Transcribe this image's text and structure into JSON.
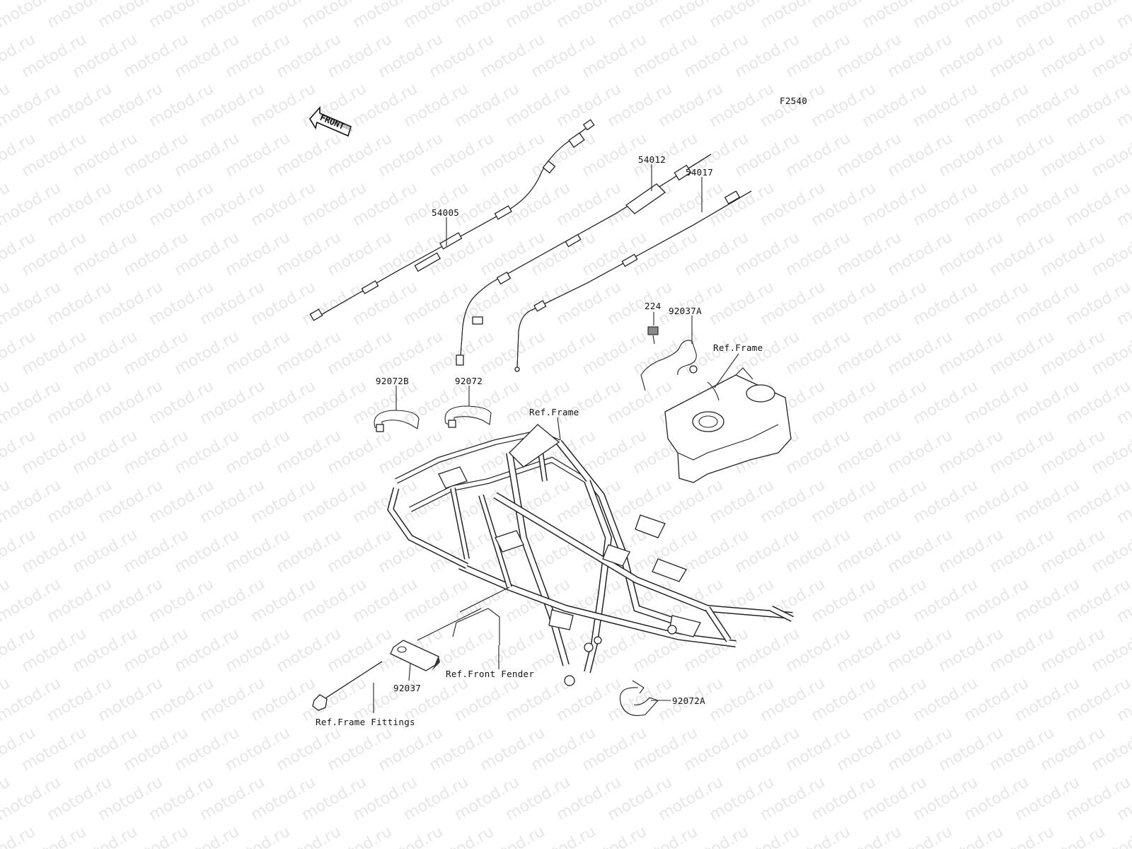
{
  "watermark": "motod.ru",
  "figure_code": "F2540",
  "front_arrow": "FRONT",
  "labels": {
    "p54005": "54005",
    "p54012": "54012",
    "p54017": "54017",
    "p224": "224",
    "p92037A": "92037A",
    "ref_frame_1": "Ref.Frame",
    "ref_frame_2": "Ref.Frame",
    "p92072B": "92072B",
    "p92072": "92072",
    "p92037": "92037",
    "ref_front_fender": "Ref.Front Fender",
    "p92072A": "92072A",
    "ref_frame_fittings": "Ref.Frame Fittings"
  }
}
